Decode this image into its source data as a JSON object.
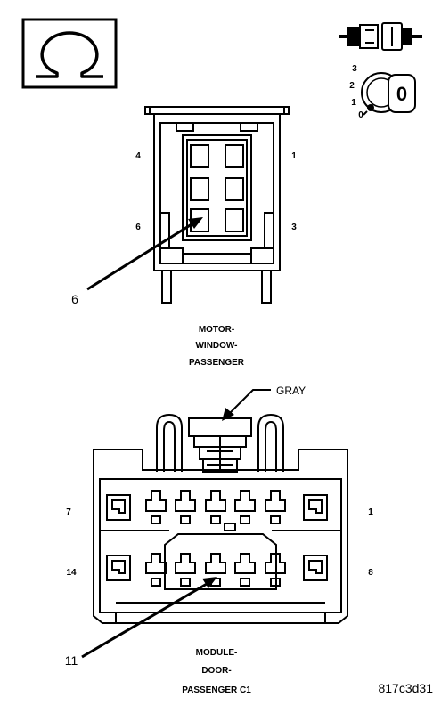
{
  "icons": {
    "ohmmeter": "omega-icon",
    "connector_key": "connector-plug-icon",
    "ignition": "ignition-switch-icon",
    "ignition_positions": [
      "3",
      "2",
      "1",
      "0"
    ],
    "ignition_key_label": "0"
  },
  "motor_connector": {
    "pin_labels": {
      "top_left": "4",
      "top_right": "1",
      "bottom_left": "6",
      "bottom_right": "3"
    },
    "callout": "6",
    "title_lines": [
      "MOTOR-",
      "WINDOW-",
      "PASSENGER"
    ]
  },
  "module_connector": {
    "color_tag": "GRAY",
    "pin_labels": {
      "top_left": "7",
      "top_right": "1",
      "bottom_left": "14",
      "bottom_right": "8"
    },
    "callout": "11",
    "title_lines": [
      "MODULE-",
      "DOOR-",
      "PASSENGER C1"
    ]
  },
  "figure_id": "817c3d31"
}
